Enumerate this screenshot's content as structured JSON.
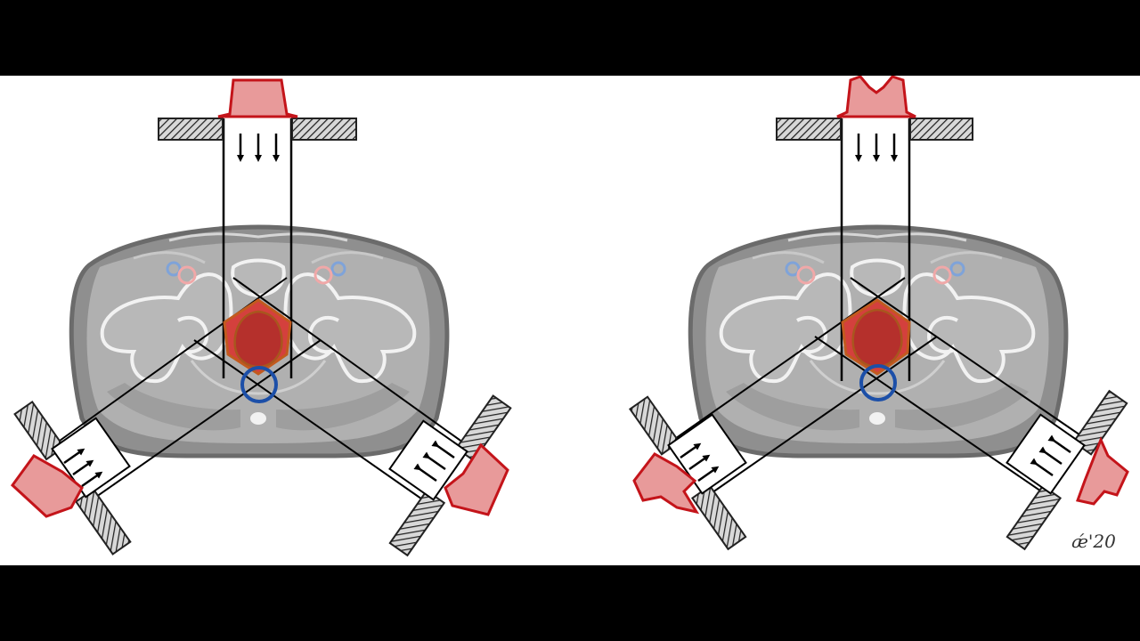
{
  "colors": {
    "background": "#ffffff",
    "letterbox": "#000000",
    "body_outline": "#6e6e6e",
    "body_fill": "#8f8f8f",
    "inner_fill": "#b4b4b4",
    "bone_outline": "#f2f2f2",
    "target_fill": "#c8393a",
    "target_outline": "#c25a1e",
    "rectum_outline": "#1c4fa8",
    "beam_profile_fill": "#e89a9a",
    "beam_profile_outline": "#c4141a",
    "collimator_fill": "#cfcfcf",
    "artery": "#f0a8a8",
    "vein": "#7fa3d9"
  },
  "panels": [
    {
      "name": "left-panel",
      "profile_shape": "flat",
      "beams": 3
    },
    {
      "name": "right-panel",
      "profile_shape": "horned",
      "beams": 3
    }
  ],
  "signature": "ǽ'20"
}
